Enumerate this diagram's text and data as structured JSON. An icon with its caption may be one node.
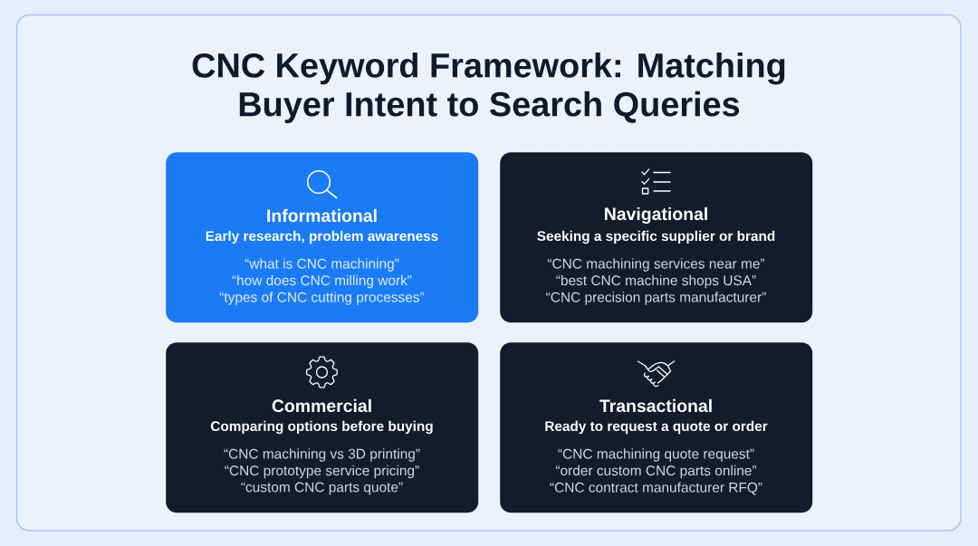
{
  "diagram": {
    "title": "CNC Keyword Framework: Matching Buyer Intent to Search Queries",
    "nodes": [
      {
        "text": [
          "Informational",
          "Early research, problem awareness",
          "“what is CNC machining”",
          "“how does CNC milling work”",
          "“types of CNC cutting processes”"
        ]
      },
      {
        "text": [
          "Navigational",
          "Seeking a specific supplier or brand",
          "“CNC machining services near me”",
          "“best CNC machine shops USA”",
          "“CNC precision parts manufacturer”"
        ]
      },
      {
        "text": [
          "Commercial",
          "Comparing options before buying",
          "“CNC machining vs 3D printing”",
          "“CNC prototype service pricing”",
          "“custom CNC parts quote”"
        ]
      },
      {
        "text": [
          "Transactional",
          "Ready to request a quote or order",
          "“CNC machining quote request”",
          "“order custom CNC parts online”",
          "“CNC contract manufacturer RFQ”"
        ]
      }
    ]
  }
}
